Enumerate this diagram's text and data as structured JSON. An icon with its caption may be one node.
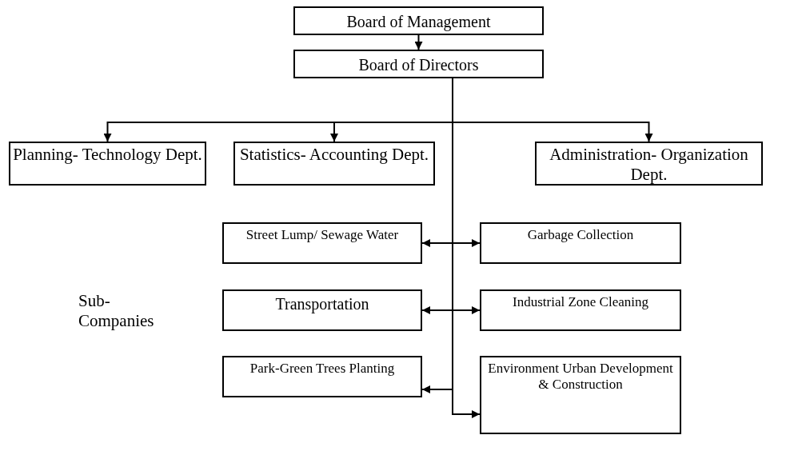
{
  "diagram": {
    "nodes": [
      {
        "text": [
          "Board of Management"
        ]
      },
      {
        "text": [
          "Board of Directors"
        ]
      },
      {
        "text": [
          "Planning- Technology Dept."
        ]
      },
      {
        "text": [
          "Statistics- Accounting Dept."
        ]
      },
      {
        "text": [
          "Administration- Organization Dept."
        ]
      },
      {
        "text": [
          "Street Lump/ Sewage Water"
        ]
      },
      {
        "text": [
          "Garbage Collection"
        ]
      },
      {
        "text": [
          "Transportation"
        ]
      },
      {
        "text": [
          "Industrial Zone Cleaning"
        ]
      },
      {
        "text": [
          "Park-Green Trees Planting"
        ]
      },
      {
        "text": [
          "Environment Urban Development & Construction"
        ]
      }
    ],
    "edges": [
      {
        "from": 0,
        "to": 1,
        "arrow": "to"
      },
      {
        "from": 1,
        "to": 2,
        "arrow": "to"
      },
      {
        "from": 1,
        "to": 3,
        "arrow": "to"
      },
      {
        "from": 1,
        "to": 4,
        "arrow": "to"
      },
      {
        "from": 1,
        "to": 5,
        "arrow": "to"
      },
      {
        "from": 1,
        "to": 6,
        "arrow": "to"
      },
      {
        "from": 1,
        "to": 7,
        "arrow": "to"
      },
      {
        "from": 1,
        "to": 8,
        "arrow": "to"
      },
      {
        "from": 1,
        "to": 9,
        "arrow": "to"
      },
      {
        "from": 1,
        "to": 10,
        "arrow": "to"
      }
    ],
    "labels": [
      "Sub- Companies"
    ]
  }
}
